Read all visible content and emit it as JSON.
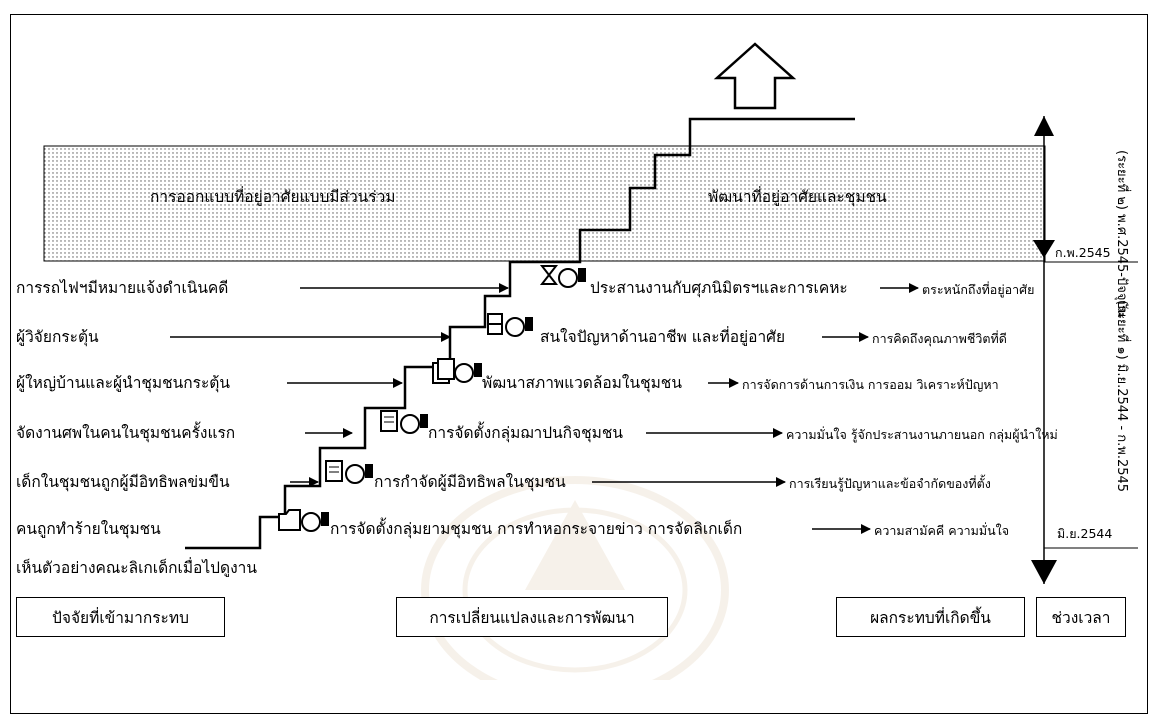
{
  "top_band": {
    "left_label": "การออกแบบที่อยู่อาศัยแบบมีส่วนร่วม",
    "right_label": "พัฒนาที่อยู่อาศัยและชุมชน"
  },
  "periods": {
    "upper_period": "(ระยะที่ ๒) พ.ศ.2545-ปัจจุบัน",
    "upper_date": "ก.พ.2545",
    "lower_period": "(ระยะที่ ๑) มิ.ย.2544 - ก.พ.2545",
    "lower_date": "มิ.ย.2544"
  },
  "rows": [
    {
      "factor": "การรถไฟฯมีหมายแจ้งดำเนินคดี",
      "change": "ประสานงานกับศุภนิมิตรฯและการเคหะ",
      "impact": "ตระหนักถึงที่อยู่อาศัย",
      "icon": "hourglass-icon"
    },
    {
      "factor": "ผู้วิจัยกระตุ้น",
      "change": "สนใจปัญหาด้านอาชีพ และที่อยู่อาศัย",
      "impact": "การคิดถึงคุณภาพชีวิตที่ดี",
      "icon": "cabinet-icon"
    },
    {
      "factor": "ผู้ใหญ่บ้านและผู้นำชุมชนกระตุ้น",
      "change": "พัฒนาสภาพแวดล้อมในชุมชน",
      "impact": "การจัดการด้านการเงิน การออม วิเคราะห์ปัญหา",
      "icon": "documents-icon"
    },
    {
      "factor": "จัดงานศพในคนในชุมชนครั้งแรก",
      "change": "การจัดตั้งกลุ่มฌาปนกิจชุมชน",
      "impact": "ความมั่นใจ รู้จักประสานงานภายนอก กลุ่มผู้นำใหม่",
      "icon": "document-icon"
    },
    {
      "factor": "เด็กในชุมชนถูกผู้มีอิทธิพลข่มขืน",
      "change": "การกำจัดผู้มีอิทธิพลในชุมชน",
      "impact": "การเรียนรู้ปัญหาและข้อจำกัดของที่ตั้ง",
      "icon": "notepad-icon"
    },
    {
      "factor": "คนถูกทำร้ายในชุมชน",
      "change": "การจัดตั้งกลุ่มยามชุมชน การทำหอกระจายข่าว การจัดลิเกเด็ก",
      "impact": "ความสามัคคี ความมั่นใจ",
      "icon": "folder-icon"
    }
  ],
  "extra_factor": "เห็นตัวอย่างคณะลิเกเด็กเมื่อไปดูงาน",
  "footer": {
    "factors": "ปัจจัยที่เข้ามากระทบ",
    "changes": "การเปลี่ยนแปลงและการพัฒนา",
    "impacts": "ผลกระทบที่เกิดขึ้น",
    "period": "ช่วงเวลา"
  }
}
